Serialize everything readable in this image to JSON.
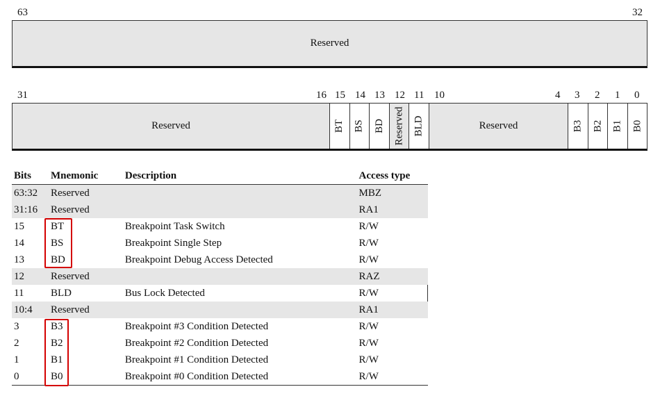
{
  "upper": {
    "bit_hi": "63",
    "bit_lo": "32",
    "field": "Reserved"
  },
  "lower": {
    "bit_labels": [
      "31",
      "16",
      "15",
      "14",
      "13",
      "12",
      "11",
      "10",
      "4",
      "3",
      "2",
      "1",
      "0"
    ],
    "fields": [
      "Reserved",
      "BT",
      "BS",
      "BD",
      "Reserved",
      "BLD",
      "Reserved",
      "B3",
      "B2",
      "B1",
      "B0"
    ]
  },
  "table": {
    "headers": [
      "Bits",
      "Mnemonic",
      "Description",
      "Access type"
    ],
    "rows": [
      {
        "bits": "63:32",
        "mnemonic": "Reserved",
        "description": "",
        "access": "MBZ"
      },
      {
        "bits": "31:16",
        "mnemonic": "Reserved",
        "description": "",
        "access": "RA1"
      },
      {
        "bits": "15",
        "mnemonic": "BT",
        "description": "Breakpoint Task Switch",
        "access": "R/W"
      },
      {
        "bits": "14",
        "mnemonic": "BS",
        "description": "Breakpoint Single Step",
        "access": "R/W"
      },
      {
        "bits": "13",
        "mnemonic": "BD",
        "description": "Breakpoint Debug Access Detected",
        "access": "R/W"
      },
      {
        "bits": "12",
        "mnemonic": "Reserved",
        "description": "",
        "access": "RAZ"
      },
      {
        "bits": "11",
        "mnemonic": "BLD",
        "description": "Bus Lock Detected",
        "access": "R/W"
      },
      {
        "bits": "10:4",
        "mnemonic": "Reserved",
        "description": "",
        "access": "RA1"
      },
      {
        "bits": "3",
        "mnemonic": "B3",
        "description": "Breakpoint #3 Condition Detected",
        "access": "R/W"
      },
      {
        "bits": "2",
        "mnemonic": "B2",
        "description": "Breakpoint #2 Condition Detected",
        "access": "R/W"
      },
      {
        "bits": "1",
        "mnemonic": "B1",
        "description": "Breakpoint #1 Condition Detected",
        "access": "R/W"
      },
      {
        "bits": "0",
        "mnemonic": "B0",
        "description": "Breakpoint #0 Condition Detected",
        "access": "R/W"
      }
    ]
  },
  "colors": {
    "shade": "#e6e6e6",
    "highlight": "#d40000"
  }
}
